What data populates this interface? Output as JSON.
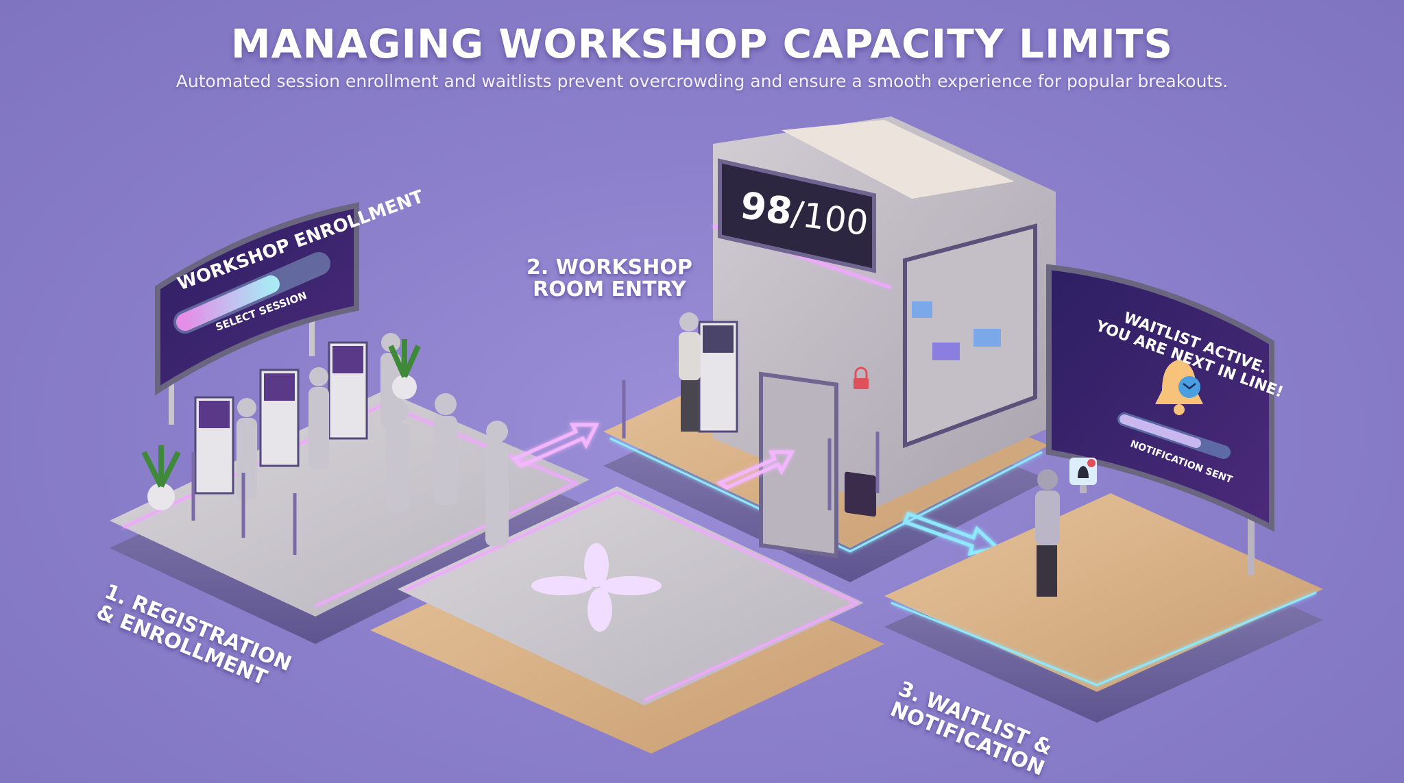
{
  "header": {
    "title": "MANAGING WORKSHOP CAPACITY LIMITS",
    "subtitle": "Automated session enrollment and waitlists prevent overcrowding and ensure a smooth experience for popular breakouts."
  },
  "steps": [
    {
      "number": "1.",
      "label_line1": "1. REGISTRATION",
      "label_line2": "& ENROLLMENT"
    },
    {
      "number": "2.",
      "label_line1": "2. WORKSHOP",
      "label_line2": "ROOM ENTRY"
    },
    {
      "number": "3.",
      "label_line1": "3. WAITLIST &",
      "label_line2": "NOTIFICATION"
    }
  ],
  "enrollment_screen": {
    "title": "WORKSHOP ENROLLMENT",
    "progress_label": "SELECT SESSION",
    "progress_percent": 55
  },
  "capacity_display": {
    "current": "98",
    "separator": "/",
    "max": "100"
  },
  "waitlist_screen": {
    "line1": "WAITLIST ACTIVE.",
    "line2": "YOU ARE NEXT IN LINE!",
    "progress_label": "NOTIFICATION SENT",
    "progress_percent": 70
  },
  "icons": {
    "lock": "lock-icon",
    "bell": "bell-icon",
    "mail": "mail-icon",
    "phone_notification": "bell-notification-icon"
  },
  "colors": {
    "background": "#8c80cc",
    "screen_bg": "#3a2470",
    "neon_pink": "#f0a8ff",
    "neon_cyan": "#8ee8ff",
    "wood": "#d9b48a",
    "concrete": "#c9c6cc",
    "bell": "#f7c37a",
    "lock": "#e0505a"
  }
}
